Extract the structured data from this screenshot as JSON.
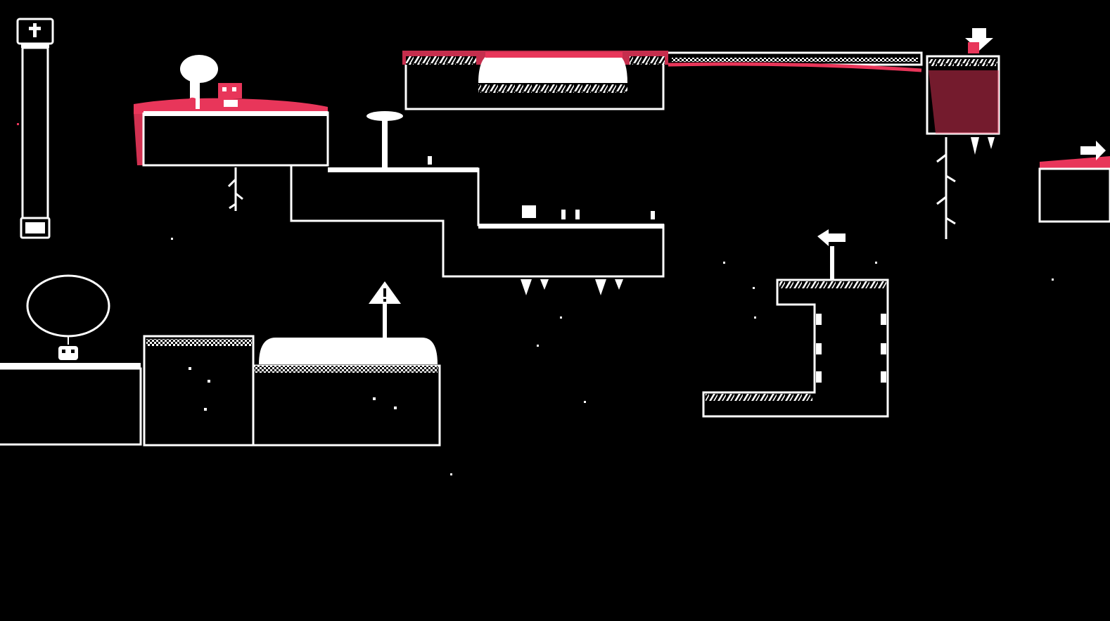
{
  "game": {
    "hud": {
      "meter_icon": "cross-icon",
      "meter_fill_fraction": 0.05
    },
    "colors": {
      "background": "#000000",
      "foreground": "#FFFFFF",
      "accent": "#E8365A"
    },
    "signs": [
      "warning-sign-icon",
      "arrow-left-sign-icon",
      "arrow-down-sign-icon",
      "arrow-right-sign-icon"
    ],
    "hazards": [
      "striped-platform",
      "spikes",
      "pink-goo"
    ],
    "player": "frog-player-sprite"
  }
}
